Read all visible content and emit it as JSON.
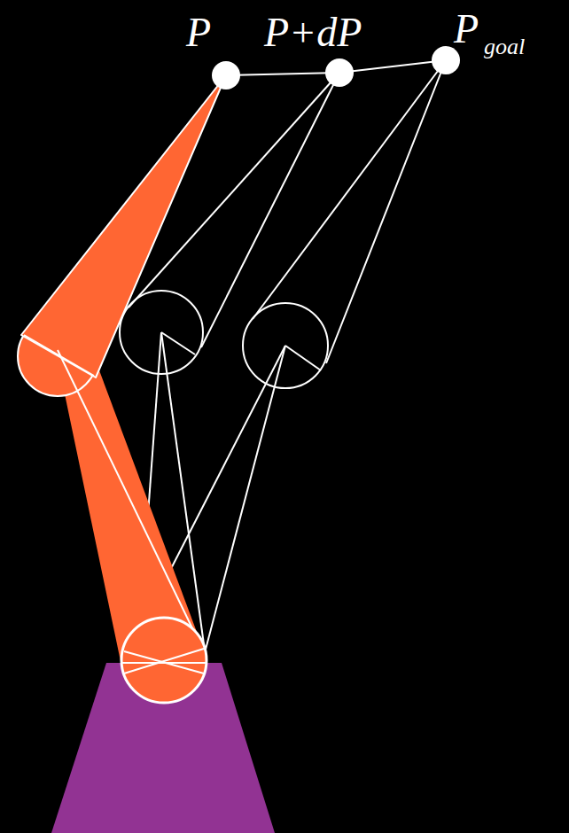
{
  "diagram": {
    "labels": [
      "P",
      "P+dP",
      "P",
      "goal"
    ]
  }
}
